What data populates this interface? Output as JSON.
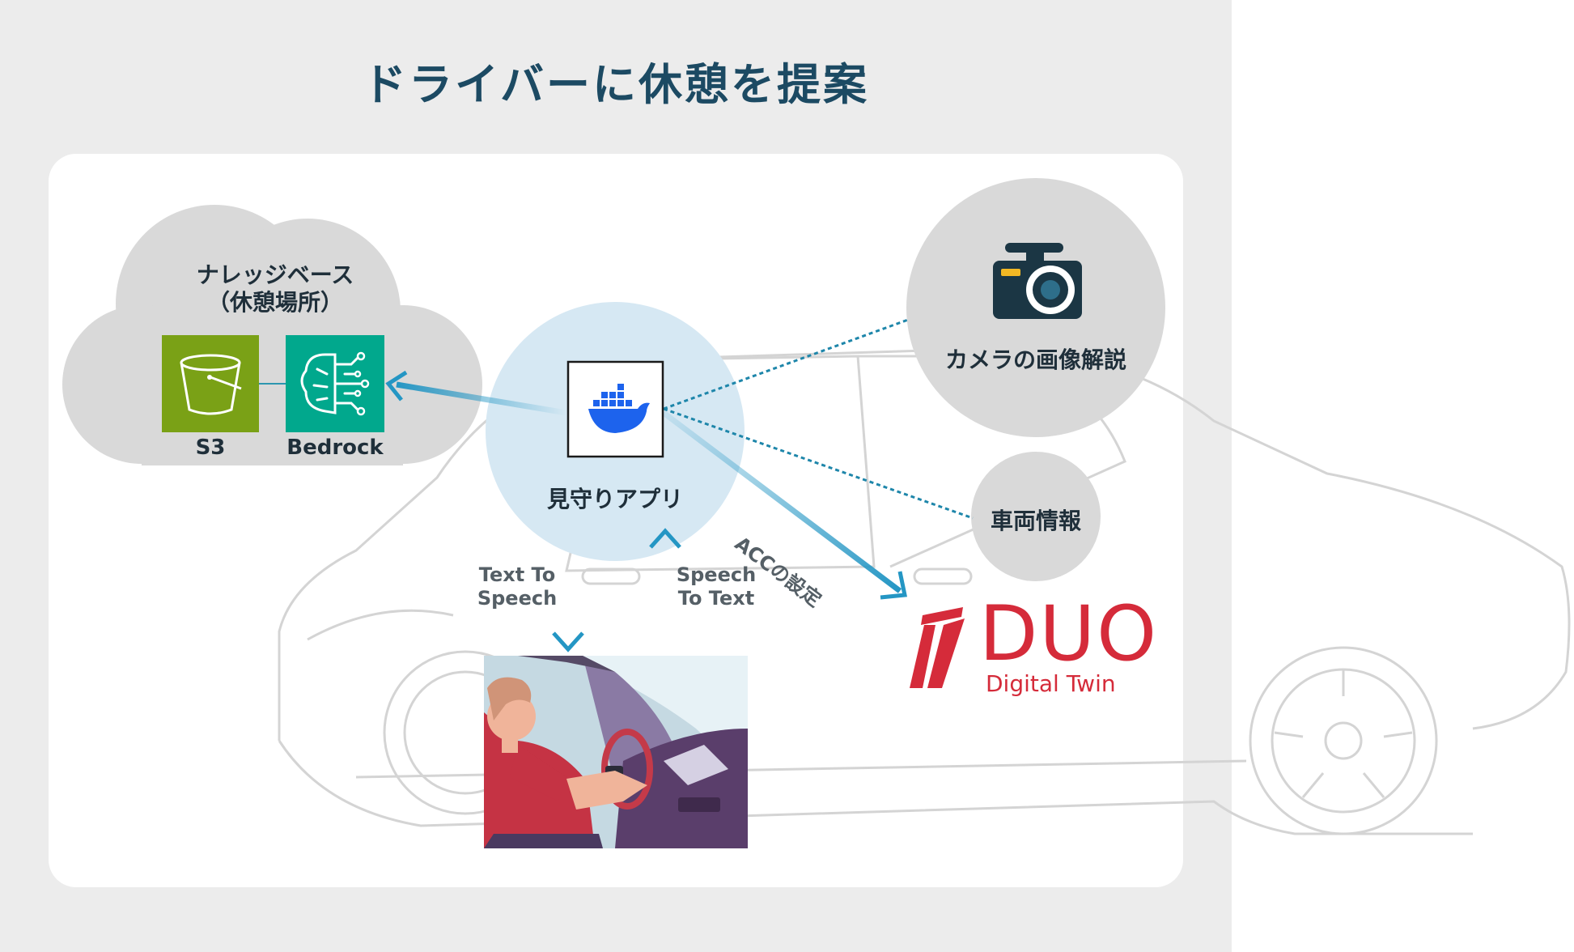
{
  "title": "ドライバーに休憩を提案",
  "knowledge_base": {
    "label_line1": "ナレッジベース",
    "label_line2": "（休憩場所）",
    "s3_label": "S3",
    "bedrock_label": "Bedrock"
  },
  "app": {
    "label": "見守りアプリ"
  },
  "camera": {
    "label": "カメラの画像解説"
  },
  "vehicle": {
    "label": "車両情報"
  },
  "duo": {
    "name": "DUO",
    "subtitle": "Digital Twin"
  },
  "arrows": {
    "tts_line1": "Text To",
    "tts_line2": "Speech",
    "stt_line1": "Speech",
    "stt_line2": "To Text",
    "acc_label": "ACCの設定"
  },
  "colors": {
    "title": "#1c4a63",
    "arrow_blue": "#2496c4",
    "dotted": "#1e86aa",
    "s3_green": "#7aa116",
    "bedrock_teal": "#01a88d",
    "docker_blue": "#1d63ed",
    "duo_red": "#d52b3a",
    "cloud_gray": "#d9d9d9"
  }
}
